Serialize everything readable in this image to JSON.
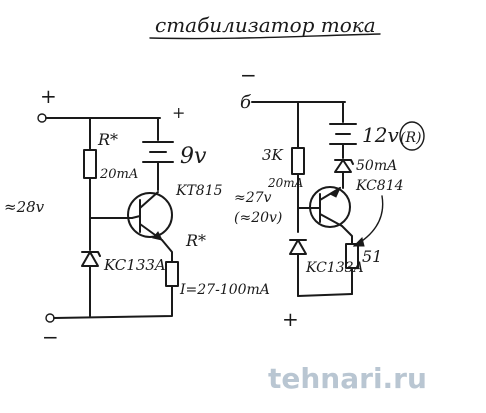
{
  "title": "стабилизатор тока",
  "left_circuit": {
    "plus_in": "+",
    "plus_out": "+",
    "minus_in": "−",
    "resistor_label": "R*",
    "current_label": "20mA",
    "voltage_in": "≈28v",
    "battery_label": "9v",
    "transistor_label": "KT815",
    "zener_label": "KC133A",
    "load_resistor_label": "R*",
    "current_range": "I=27-100mA"
  },
  "right_circuit": {
    "minus_top": "−",
    "node_label": "б",
    "resistor_label": "3K",
    "current_label": "20mA",
    "voltage1": "≈27v",
    "voltage2": "(≈20v)",
    "battery_label": "12v",
    "battery_note": "(R)",
    "zener_current": "50mA",
    "zener_label": "KC814",
    "diode_label": "KC133A",
    "load_label": "51",
    "plus_bottom": "+"
  },
  "watermark": "tehnari.ru",
  "colors": {
    "ink": "#1a1a1a",
    "watermark": "#b9c6d2",
    "background": "#ffffff"
  }
}
